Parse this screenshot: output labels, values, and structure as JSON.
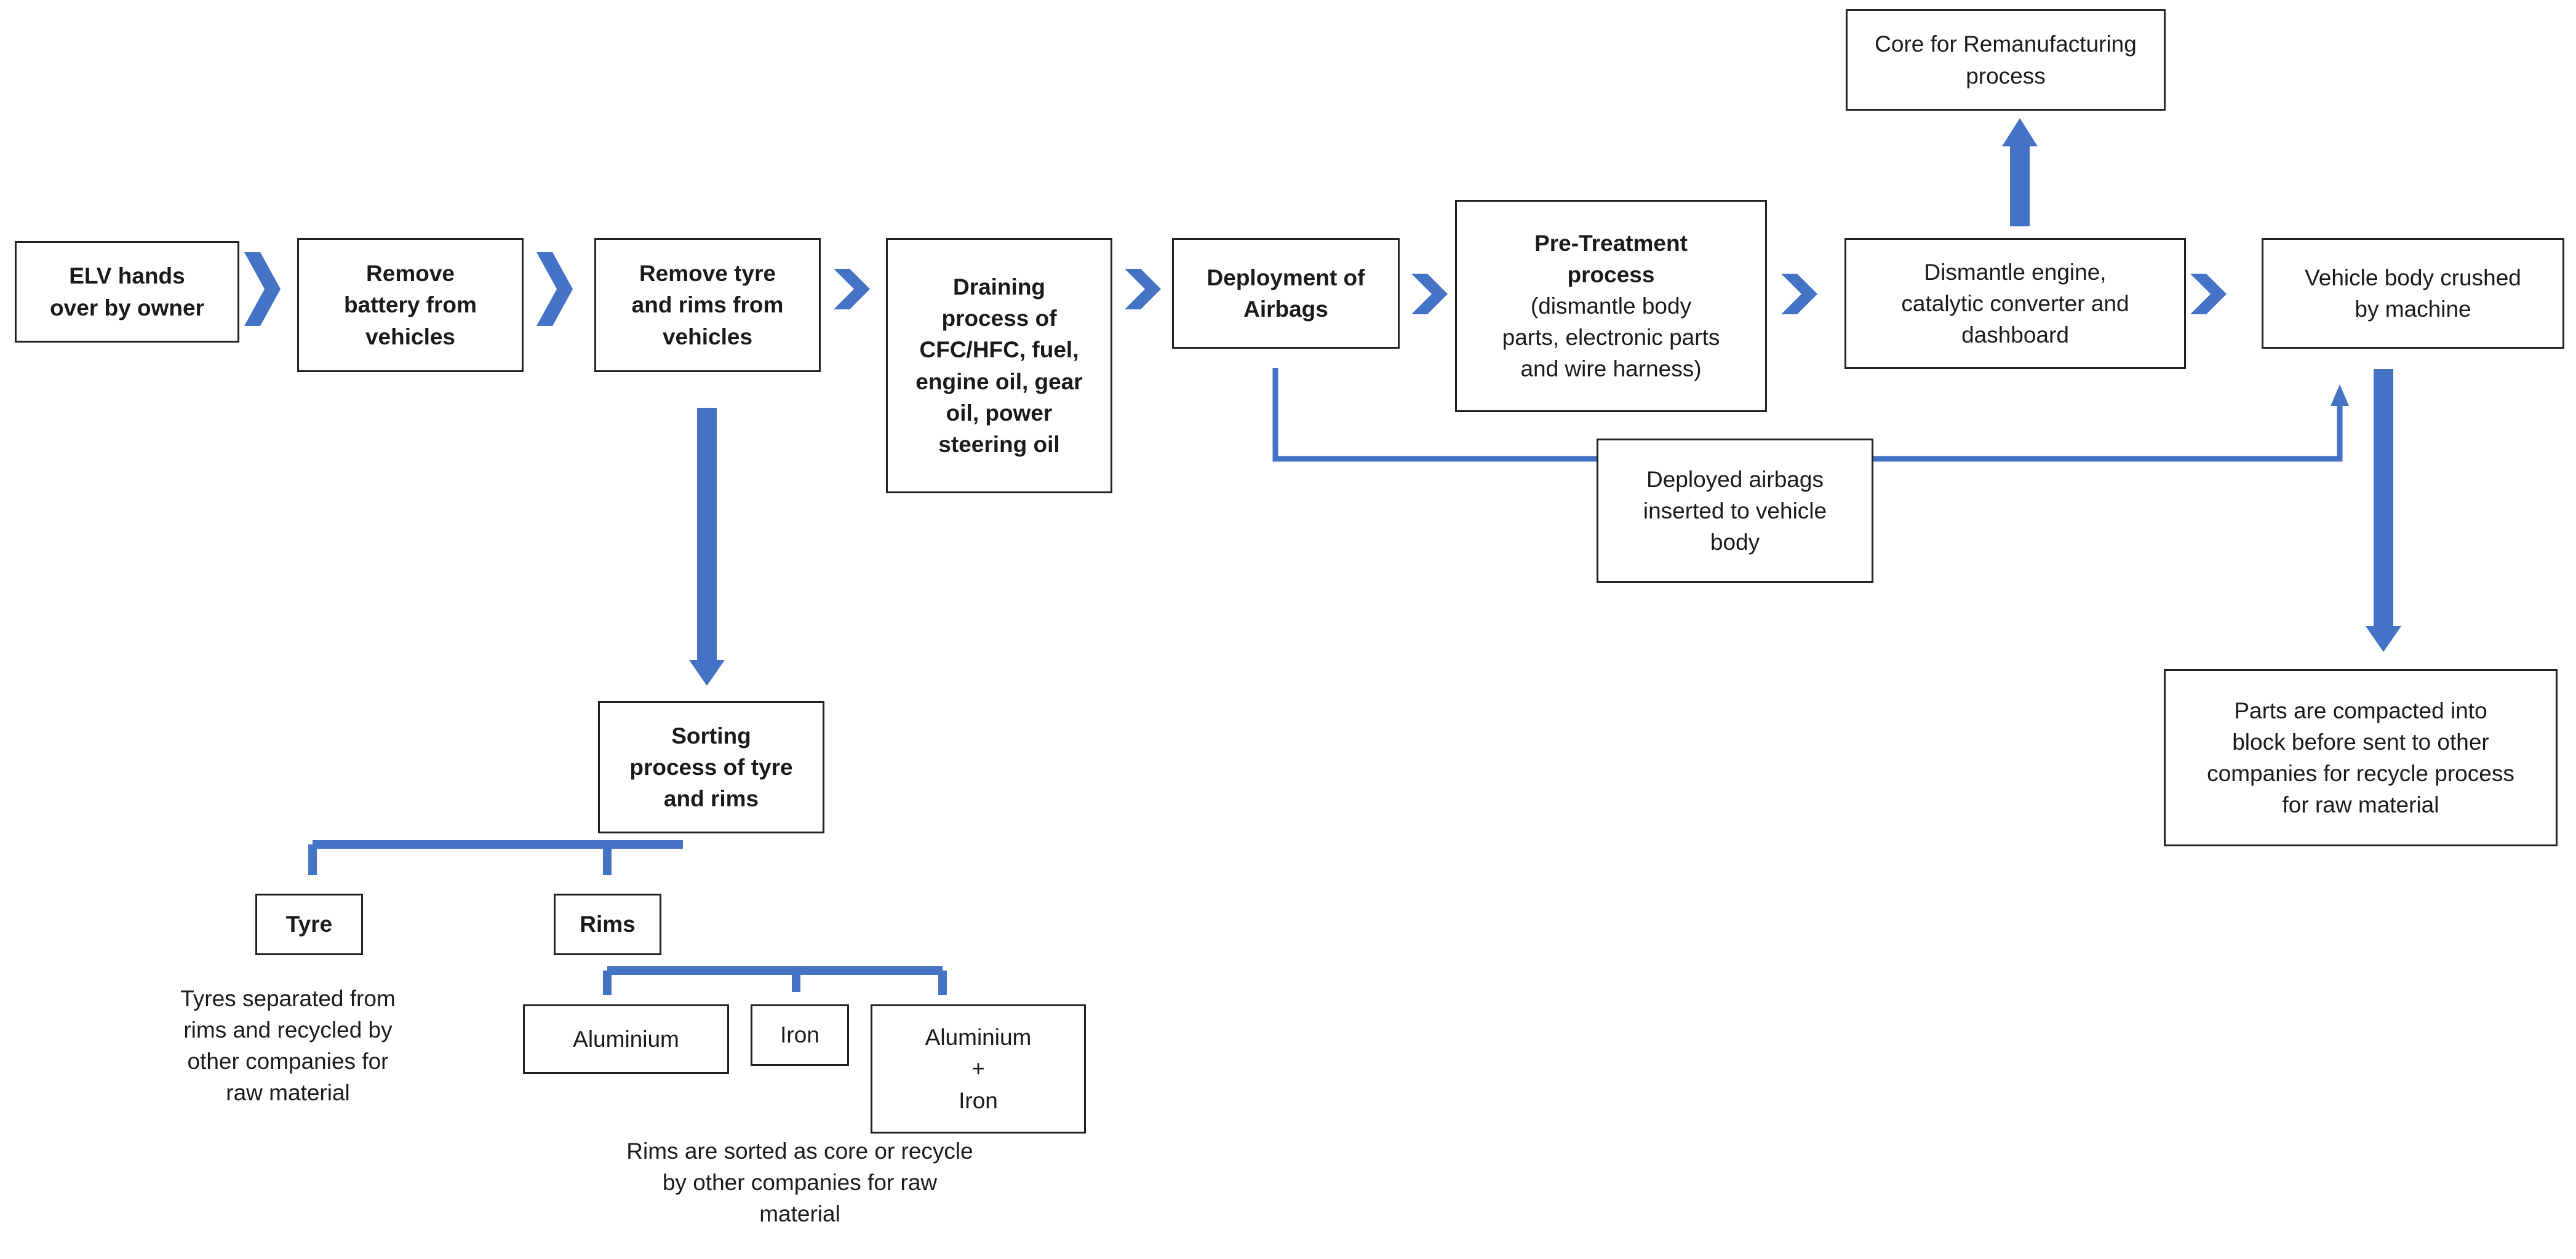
{
  "colors": {
    "connector": "#4472C4",
    "chevron": "#4472C4",
    "box_border": "#222222",
    "text": "#1a1a1a"
  },
  "steps": {
    "elv_handover": "ELV hands\nover by owner",
    "remove_battery": "Remove\nbattery from\nvehicles",
    "remove_tyre_rims": "Remove tyre\nand rims from\nvehicles",
    "draining": "Draining\nprocess of\nCFC/HFC, fuel,\nengine oil, gear\noil, power\nsteering oil",
    "deploy_airbags": "Deployment of\nAirbags",
    "pretreatment_title": "Pre-Treatment\nprocess",
    "pretreatment_detail": "(dismantle body\nparts, electronic parts\nand wire harness)",
    "dismantle_engine": "Dismantle engine,\ncatalytic converter and\ndashboard",
    "body_crushed": "Vehicle body crushed\nby machine"
  },
  "branches": {
    "core_remanufacturing": "Core for Remanufacturing\nprocess",
    "deployed_airbags": "Deployed airbags\ninserted to vehicle\nbody",
    "parts_compacted": "Parts are compacted into\nblock before sent to other\ncompanies for recycle process\nfor raw material",
    "sorting": "Sorting\nprocess of tyre\nand rims",
    "tyre": "Tyre",
    "rims": "Rims",
    "aluminium": "Aluminium",
    "iron": "Iron",
    "aluminium_iron": "Aluminium\n+\nIron"
  },
  "notes": {
    "tyre_note": "Tyres separated from\nrims and recycled by\nother companies for\nraw material",
    "rims_note": "Rims are sorted as core or recycle\nby other companies for raw\nmaterial"
  }
}
